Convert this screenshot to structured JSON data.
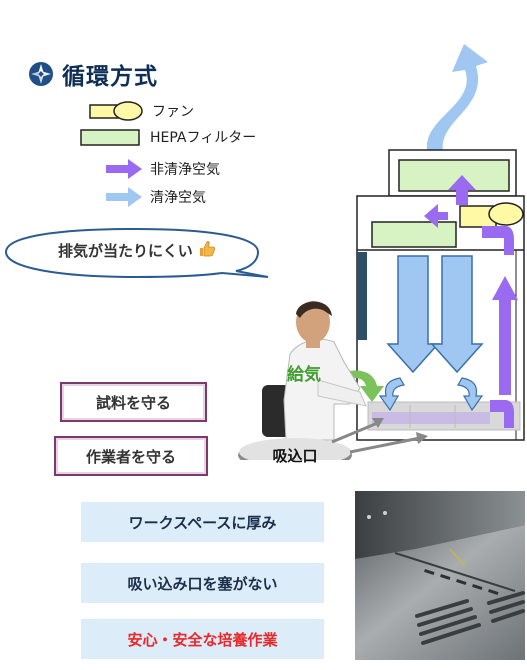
{
  "title": "循環方式",
  "legend": {
    "fan": "ファン",
    "hepa": "HEPAフィルター",
    "unclean_air": "非清浄空気",
    "clean_air": "清浄空気"
  },
  "bubble": "排気が当たりにくい",
  "supply_label": "給気",
  "inlet_label": "吸込口",
  "protect": {
    "sample": "試料を守る",
    "worker": "作業者を守る"
  },
  "features": [
    "ワークスペースに厚み",
    "吸い込み口を塞がない",
    "安心・安全な培養作業"
  ],
  "colors": {
    "title": "#0d2e55",
    "fan_fill": "#fff9a6",
    "hepa_fill": "#d7f3c4",
    "unclean_arrow": "#9a6bf0",
    "clean_arrow": "#9fc7f2",
    "supply_arrow": "#7cc25a",
    "box_border": "#7a3a6e",
    "feature_bg": "#dcecf8",
    "feature_alert": "#e8282b"
  },
  "icons": [
    "cabinet-logo-icon",
    "thumbs-up-icon",
    "person-illustration",
    "workspace-photo"
  ]
}
